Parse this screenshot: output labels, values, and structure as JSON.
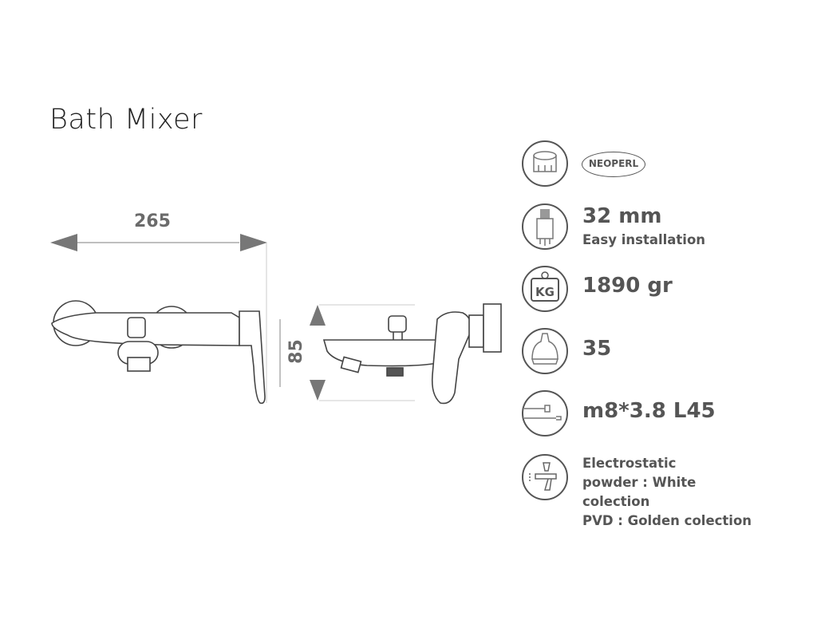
{
  "title": "Bath Mixer",
  "dimensions": {
    "width": "265",
    "height": "85"
  },
  "specs": {
    "aerator": {
      "icon": "aerator-icon",
      "brand": "NEOPERL"
    },
    "cartridge_size": {
      "icon": "cartridge-icon",
      "value": "32 mm",
      "note": "Easy installation"
    },
    "weight": {
      "icon": "weight-kg-icon",
      "icon_label": "KG",
      "value": "1890 gr"
    },
    "valve": {
      "icon": "valve-icon",
      "value": "35"
    },
    "hose": {
      "icon": "hose-icon",
      "value": "m8*3.8 L45"
    },
    "finish": {
      "icon": "spray-gun-icon",
      "lines": [
        "Electrostatic",
        "powder : White",
        "colection",
        "PVD : Golden colection"
      ]
    }
  }
}
